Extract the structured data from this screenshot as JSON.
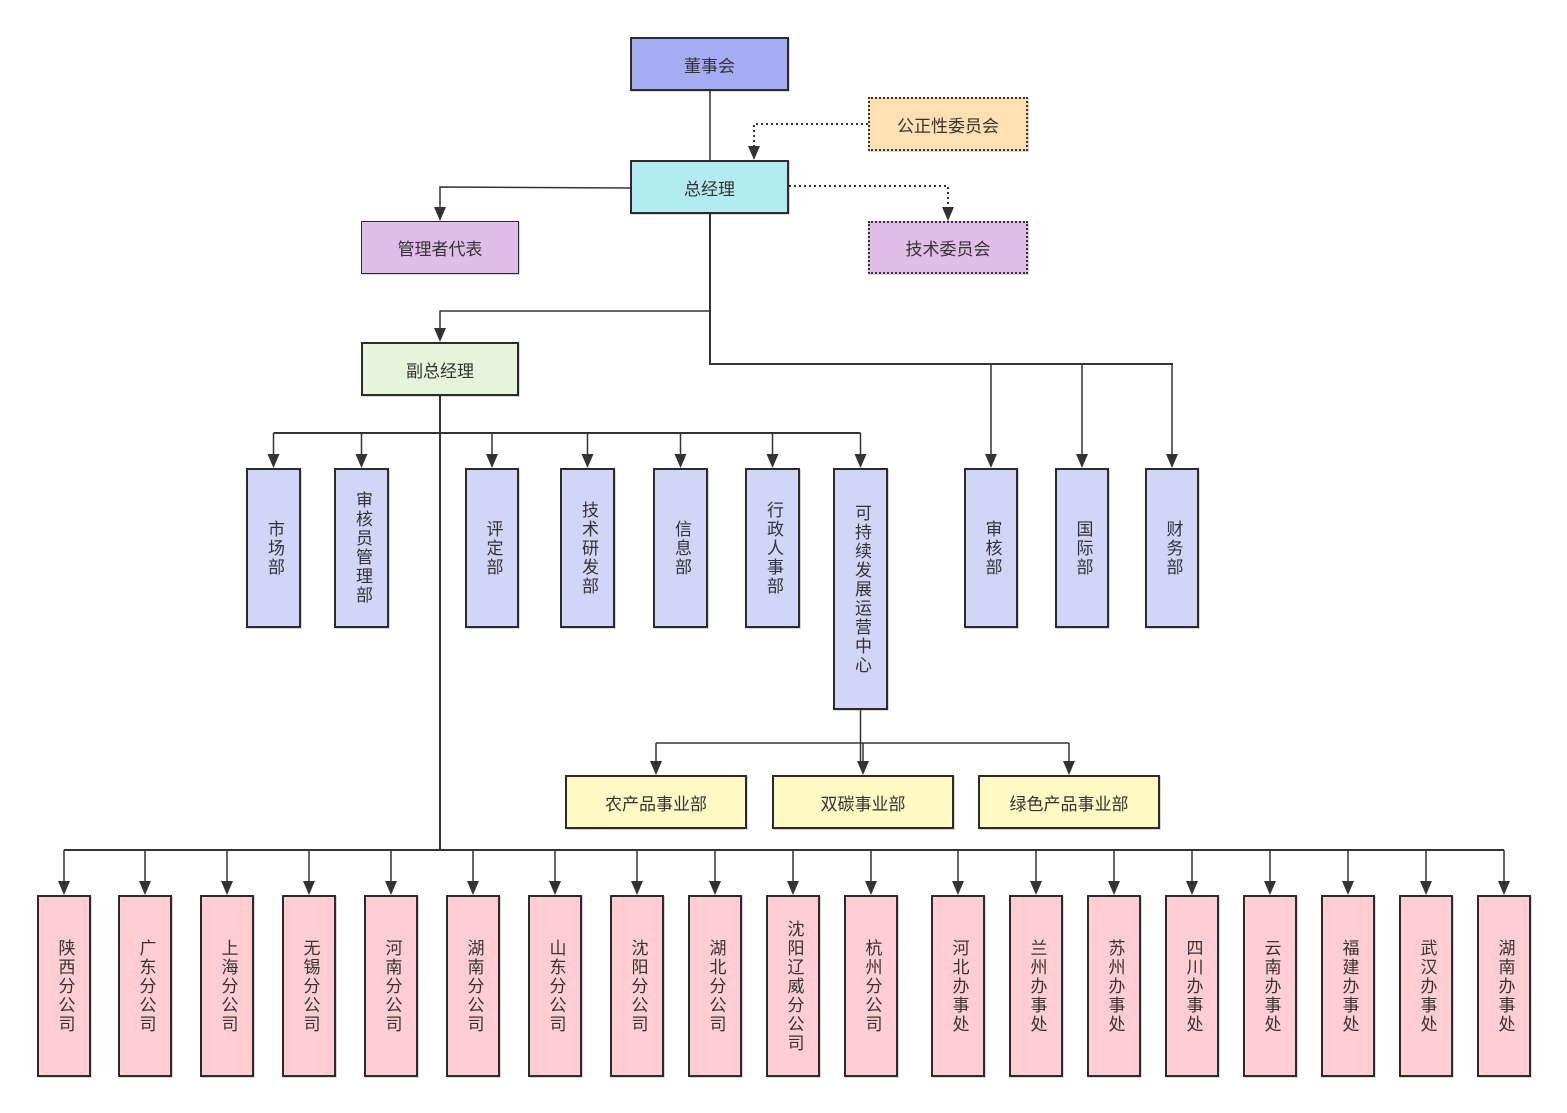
{
  "diagram": {
    "type": "org-chart",
    "colors": {
      "board": "#a6acf2",
      "general_manager": "#b2ebf2",
      "fairness_committee": "#ffe0b2",
      "technical_committee": "#e1bee7",
      "management_rep": "#e1bee7",
      "deputy_gm": "#e4f5dc",
      "departments": "#d1d5f8",
      "business_units": "#fff9c4",
      "branches": "#ffcdd2",
      "line": "#333333"
    },
    "nodes": {
      "board": "董事会",
      "fairness_committee": "公正性委员会",
      "general_manager": "总经理",
      "management_rep": "管理者代表",
      "technical_committee": "技术委员会",
      "deputy_gm": "副总经理",
      "deputy_departments": [
        "市场部",
        "审核员管理部",
        "评定部",
        "技术研发部",
        "信息部",
        "行政人事部",
        "可持续发展运营中心"
      ],
      "gm_departments": [
        "审核部",
        "国际部",
        "财务部"
      ],
      "business_units": [
        "农产品事业部",
        "双碳事业部",
        "绿色产品事业部"
      ],
      "branches": [
        "陕西分公司",
        "广东分公司",
        "上海分公司",
        "无锡分公司",
        "河南分公司",
        "湖南分公司",
        "山东分公司",
        "沈阳分公司",
        "湖北分公司",
        "沈阳辽威分公司",
        "杭州分公司",
        "河北办事处",
        "兰州办事处",
        "苏州办事处",
        "四川办事处",
        "云南办事处",
        "福建办事处",
        "武汉办事处",
        "湖南办事处"
      ]
    },
    "edges": [
      {
        "from": "董事会",
        "to": "总经理",
        "style": "solid"
      },
      {
        "from": "公正性委员会",
        "to": "总经理",
        "style": "dotted"
      },
      {
        "from": "总经理",
        "to": "技术委员会",
        "style": "dotted"
      },
      {
        "from": "总经理",
        "to": "管理者代表",
        "style": "solid"
      },
      {
        "from": "总经理",
        "to": "副总经理",
        "style": "solid"
      },
      {
        "from": "总经理",
        "to": "审核部",
        "style": "solid"
      },
      {
        "from": "总经理",
        "to": "国际部",
        "style": "solid"
      },
      {
        "from": "总经理",
        "to": "财务部",
        "style": "solid"
      },
      {
        "from": "副总经理",
        "to": "deputy_departments",
        "style": "solid"
      },
      {
        "from": "可持续发展运营中心",
        "to": "business_units",
        "style": "solid"
      },
      {
        "from": "副总经理",
        "to": "branches",
        "style": "solid"
      }
    ]
  }
}
